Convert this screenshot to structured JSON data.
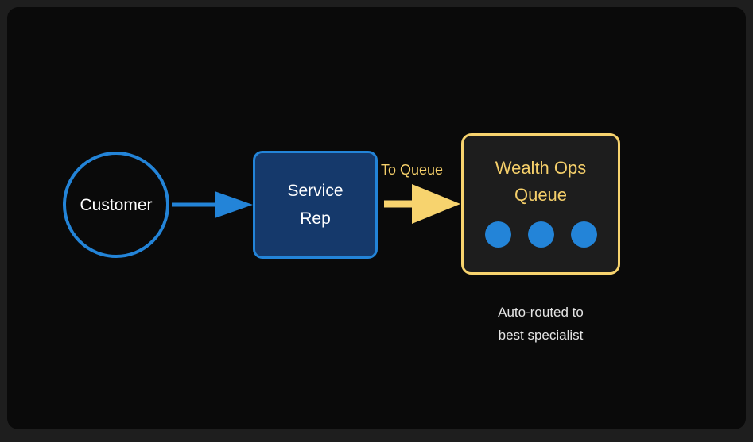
{
  "diagram": {
    "background_color": "#1e1e1e",
    "panel_color": "#0a0a0a",
    "accent_blue": "#2384d8",
    "accent_gold": "#f5cf6a",
    "node_navy": "#15396b",
    "nodes": {
      "customer": {
        "label": "Customer",
        "shape": "circle",
        "stroke_color": "#2384d8",
        "text_color": "#ffffff"
      },
      "service_rep": {
        "line1": "Service",
        "line2": "Rep",
        "shape": "rounded-rectangle",
        "fill_color": "#15396b",
        "stroke_color": "#2384d8",
        "text_color": "#ffffff"
      },
      "wealth_ops_queue": {
        "line1": "Wealth Ops",
        "line2": "Queue",
        "shape": "rounded-rectangle",
        "fill_color": "#1d1d1d",
        "stroke_color": "#f7d36e",
        "text_color": "#f5cf6a",
        "dot_count": 3,
        "dot_color": "#2384d8",
        "caption_line1": "Auto-routed to",
        "caption_line2": "best specialist",
        "caption_color": "#e4e4e4"
      }
    },
    "edges": [
      {
        "from": "customer",
        "to": "service_rep",
        "label": "",
        "color": "#2384d8"
      },
      {
        "from": "service_rep",
        "to": "wealth_ops_queue",
        "label": "To Queue",
        "color": "#f7d36e"
      }
    ]
  }
}
